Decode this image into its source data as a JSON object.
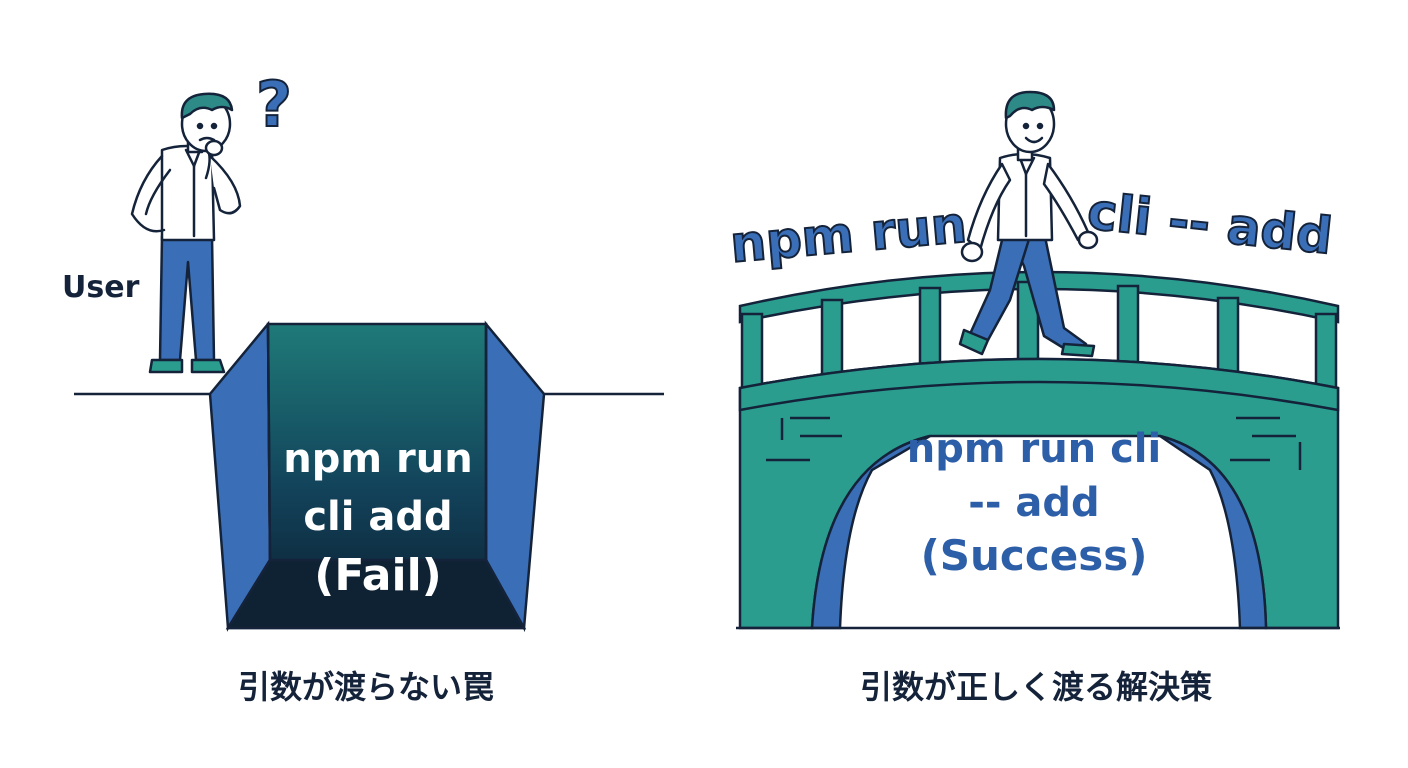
{
  "left": {
    "user_label": "User",
    "question_mark": "?",
    "trap_line1": "npm run",
    "trap_line2": "cli add",
    "trap_line3": "(Fail)",
    "caption": "引数が渡らない罠"
  },
  "right": {
    "arch_text_left": "npm run",
    "arch_text_right": "cli -- add",
    "bridge_line1": "npm run cli",
    "bridge_line2": "-- add",
    "bridge_line3": "(Success)",
    "caption": "引数が正しく渡る解決策"
  },
  "colors": {
    "teal": "#2a9d8f",
    "blue": "#3a6fb8",
    "navy": "#14233a",
    "pit_dark": "#0f2233",
    "hair": "#2e8a86"
  }
}
